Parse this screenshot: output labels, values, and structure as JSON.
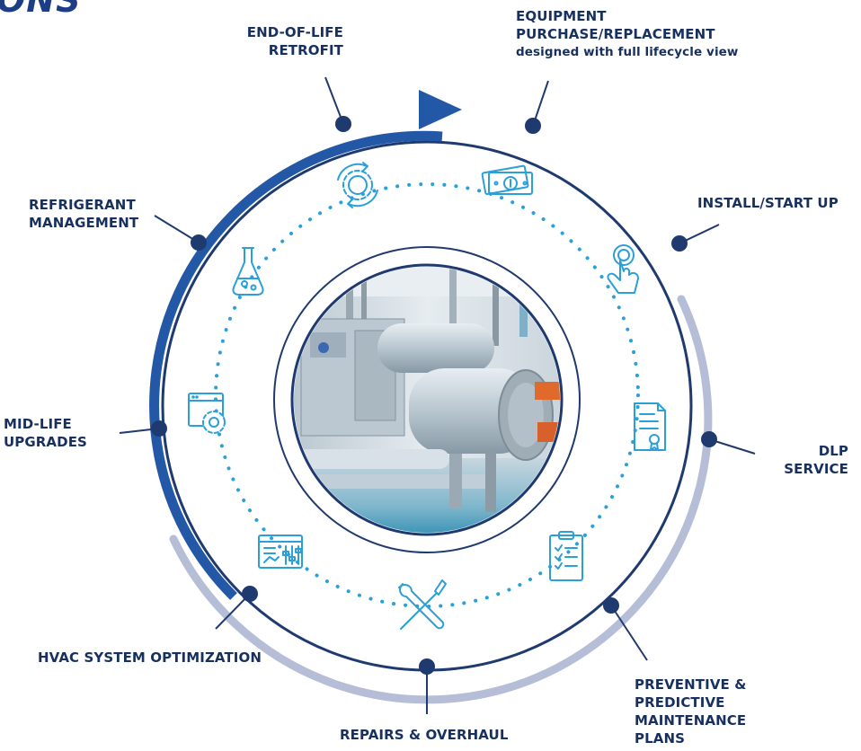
{
  "heading_fragment": "ONS",
  "colors": {
    "navy": "#17305e",
    "arrow_blue": "#2358a6",
    "ring_dark": "#1f3a6e",
    "ring_light": "#b6bdd6",
    "dots": "#2b9fd8",
    "icons": "#2b9fd8"
  },
  "center_image": "chiller-equipment-photo",
  "labels": {
    "end_of_life": [
      "END-OF-LIFE",
      "RETROFIT"
    ],
    "equipment": [
      "EQUIPMENT",
      "PURCHASE/REPLACEMENT",
      "designed with full lifecycle view"
    ],
    "install": [
      "INSTALL/START UP"
    ],
    "refrigerant": [
      "REFRIGERANT",
      "MANAGEMENT"
    ],
    "midlife": [
      "MID-LIFE",
      "UPGRADES"
    ],
    "dlp": [
      "DLP",
      "SERVICE"
    ],
    "hvac": [
      "HVAC SYSTEM OPTIMIZATION"
    ],
    "repairs": [
      "REPAIRS & OVERHAUL"
    ],
    "preventive": [
      "PREVENTIVE &",
      "PREDICTIVE",
      "MAINTENANCE",
      "PLANS"
    ]
  },
  "icons": [
    "retrofit-gear-cycle-icon",
    "money-icon",
    "tap-hand-icon",
    "certificate-icon",
    "checklist-icon",
    "tools-icon",
    "analytics-dashboard-icon",
    "settings-window-icon",
    "flask-icon"
  ]
}
